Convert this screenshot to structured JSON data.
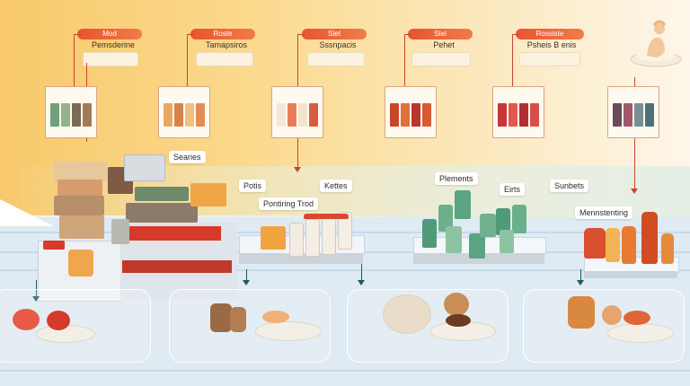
{
  "top_labels": [
    {
      "head": "Mod",
      "sub": "Pemsderine"
    },
    {
      "head": "Roste",
      "sub": "Tamapsiros"
    },
    {
      "head": "Stet",
      "sub": "Sssnpacis"
    },
    {
      "head": "Stel",
      "sub": "Pehet"
    },
    {
      "head": "Rossiste",
      "sub": "Psheis B enis"
    }
  ],
  "mid_labels": {
    "searies": "Searies",
    "potis": "Potis",
    "kettes": "Kettes",
    "pontiring": "Pontiring Trod",
    "plements": "Plements",
    "eirts": "Eirts",
    "sunbets": "Sunbets",
    "mennstenting": "Mennstenting"
  },
  "colors": {
    "accent_red": "#e8542f",
    "line_red": "#c94530",
    "line_teal": "#1e5a55",
    "floor": "#dfeaf2"
  },
  "icons": {
    "figure": "person-on-cushion-icon"
  }
}
